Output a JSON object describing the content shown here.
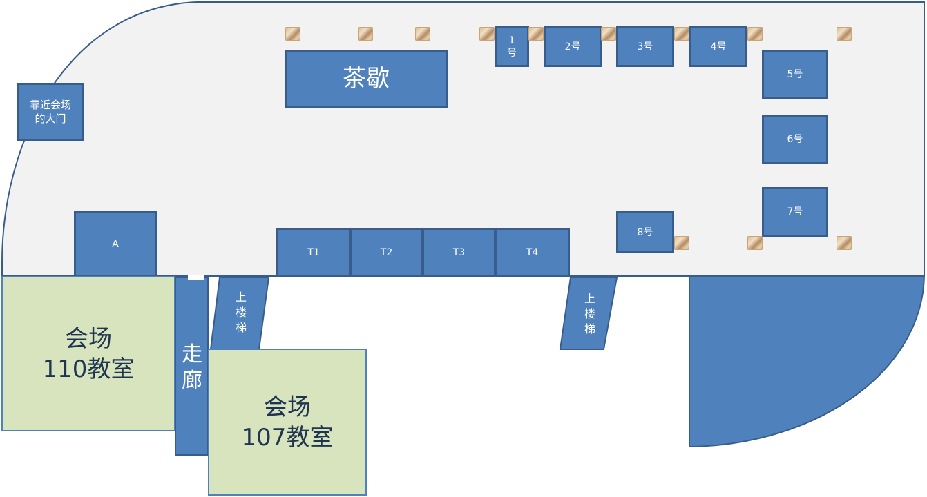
{
  "colors": {
    "floor": "#F2F2F2",
    "outline": "#385D8A",
    "box_fill": "#4F81BD",
    "room_fill": "#D7E4BD",
    "room_text": "#1F3450"
  },
  "labels": {
    "door": "靠近会场的大门",
    "tea_break": "茶歇",
    "booth_1": "1号",
    "booth_2": "2号",
    "booth_3": "3号",
    "booth_4": "4号",
    "booth_5": "5号",
    "booth_6": "6号",
    "booth_7": "7号",
    "booth_8": "8号",
    "area_a": "A",
    "table_t1": "T1",
    "table_t2": "T2",
    "table_t3": "T3",
    "table_t4": "T4",
    "stairs": "上楼梯",
    "corridor": "走廊",
    "room_110_line1": "会场",
    "room_110_line2": "110教室",
    "room_107_line1": "会场",
    "room_107_line2": "107教室"
  },
  "icons": {
    "chair": "chair-icon"
  }
}
